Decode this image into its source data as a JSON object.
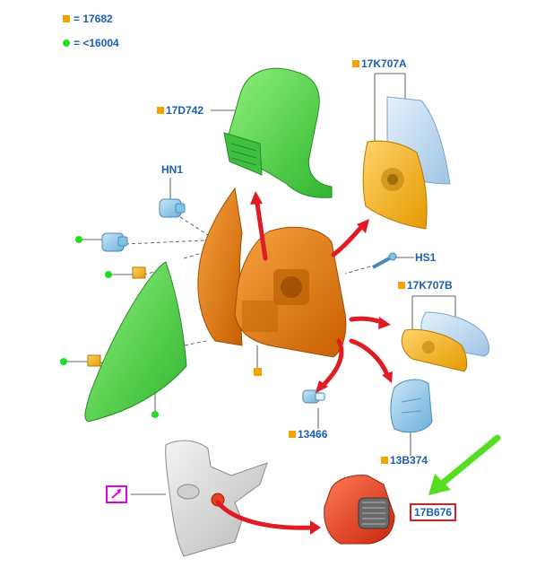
{
  "legend": {
    "square_text": "= 17682",
    "dot_text": "= <16004"
  },
  "labels": {
    "p17D742": "17D742",
    "p17K707A": "17K707A",
    "pHN1": "HN1",
    "pHS1": "HS1",
    "p17K707B": "17K707B",
    "p13466": "13466",
    "p13B374": "13B374",
    "p17B676": "17B676"
  },
  "colors": {
    "label": "#1a5fb4",
    "square": "#f5a300",
    "dot": "#22dd22",
    "arrow": "#e01b24",
    "highlight_arrow": "#55dd22",
    "cap": "#4cc94c",
    "housing": "#e87a00",
    "glass": "#bcd7ee",
    "motor": "#e8401e"
  }
}
